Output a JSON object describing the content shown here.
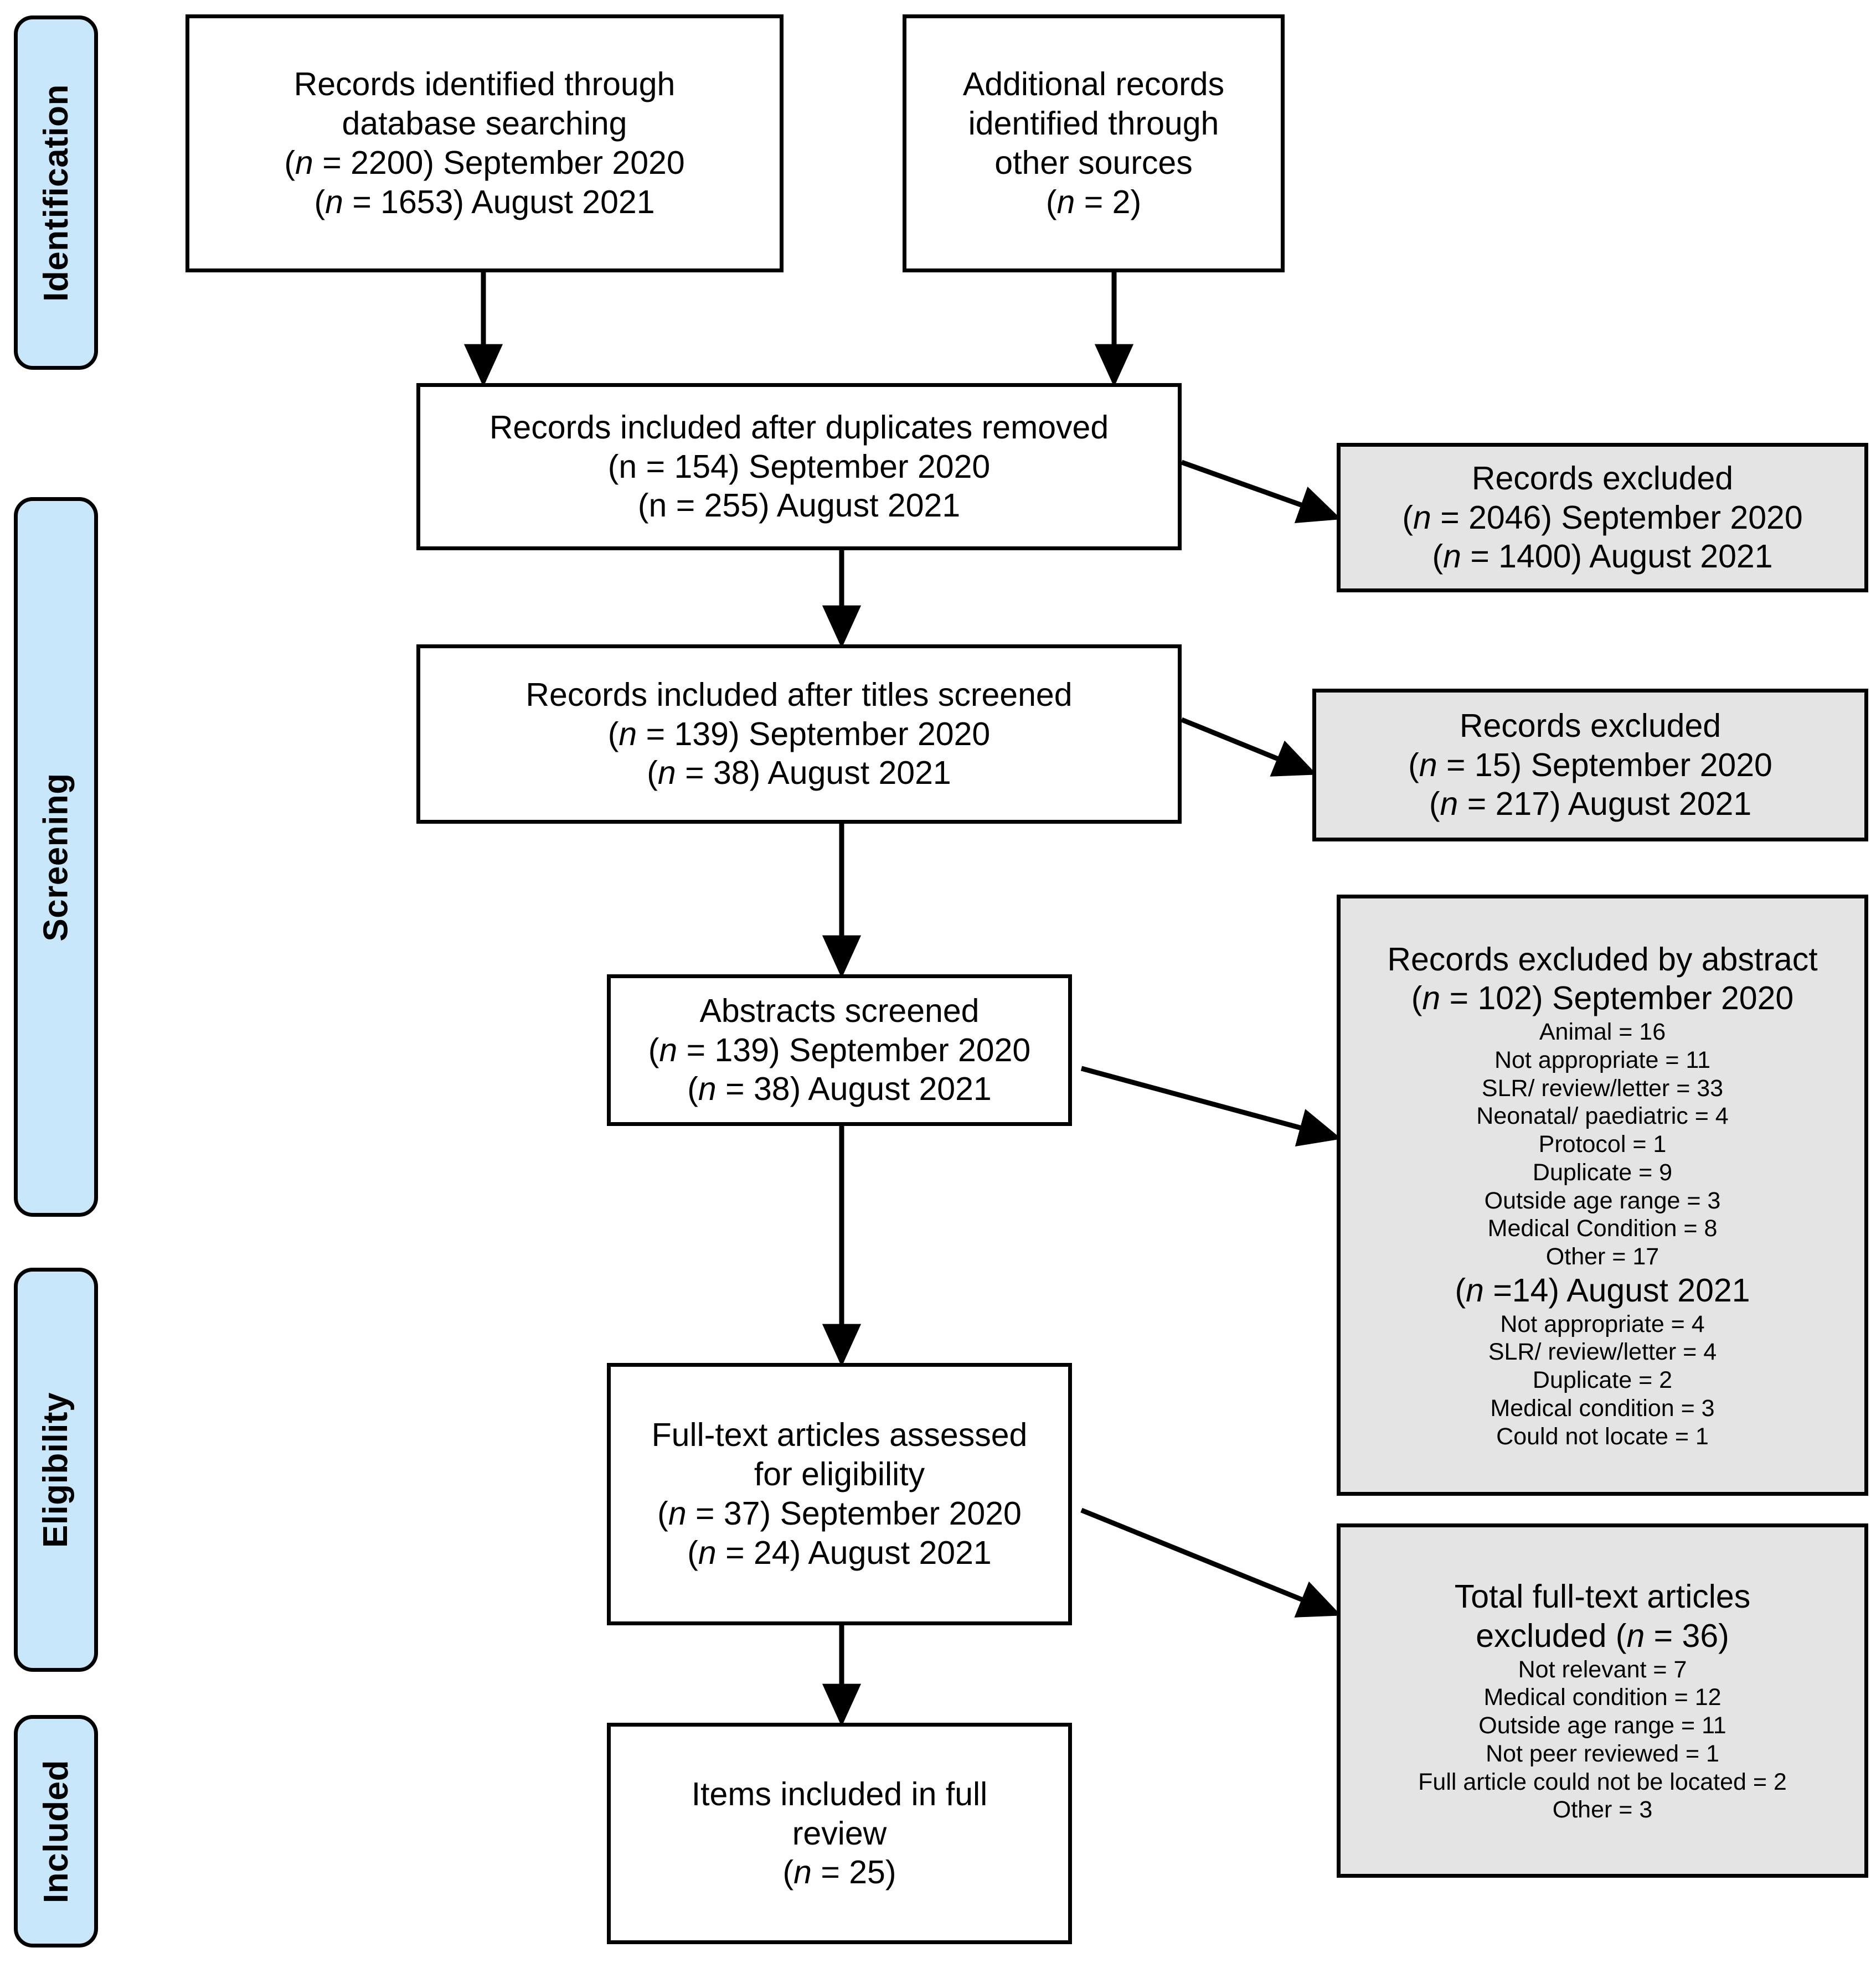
{
  "diagram": {
    "title": "PRISMA flow diagram",
    "colors": {
      "stage_fill": "#c9e7fb",
      "excluded_fill": "#e4e4e4",
      "node_fill": "#ffffff",
      "stroke": "#000000"
    }
  },
  "stages": [
    {
      "id": "identification",
      "label": "Identification"
    },
    {
      "id": "screening",
      "label": "Screening"
    },
    {
      "id": "eligibility",
      "label": "Eligibility"
    },
    {
      "id": "included",
      "label": "Included"
    }
  ],
  "nodes": {
    "db_search": {
      "lines": [
        "Records identified through",
        "database searching"
      ],
      "counts": [
        {
          "open": "(",
          "n": "n",
          "eq": " = ",
          "value": "2200",
          "close": ")",
          "period": " September 2020"
        },
        {
          "open": "(",
          "n": "n",
          "eq": " = ",
          "value": "1653",
          "close": ")",
          "period": " August 2021"
        }
      ]
    },
    "other_sources": {
      "lines": [
        "Additional records",
        "identified through",
        "other sources"
      ],
      "counts": [
        {
          "open": "(",
          "n": "n",
          "eq": " = ",
          "value": "2",
          "close": ")",
          "period": ""
        }
      ]
    },
    "duplicates_removed": {
      "lines": [
        "Records included after duplicates removed"
      ],
      "counts": [
        {
          "open": "(",
          "n": "n",
          "eq": " = ",
          "value": "154",
          "close": ")",
          "period": " September 2020",
          "italic_n": false
        },
        {
          "open": "(",
          "n": "n",
          "eq": " = ",
          "value": "255",
          "close": ")",
          "period": " August 2021",
          "italic_n": false
        }
      ]
    },
    "titles_screened": {
      "lines": [
        "Records included after titles screened"
      ],
      "counts": [
        {
          "open": "(",
          "n": "n",
          "eq": " = ",
          "value": "139",
          "close": ")",
          "period": " September 2020"
        },
        {
          "open": "(",
          "n": "n",
          "eq": " = ",
          "value": "38",
          "close": ")",
          "period": " August 2021"
        }
      ]
    },
    "abstracts_screened": {
      "lines": [
        "Abstracts screened"
      ],
      "counts": [
        {
          "open": "(",
          "n": "n",
          "eq": " = ",
          "value": "139",
          "close": ")",
          "period": " September 2020"
        },
        {
          "open": "(",
          "n": "n",
          "eq": " = ",
          "value": "38",
          "close": ")",
          "period": " August 2021"
        }
      ]
    },
    "fulltext_assessed": {
      "lines": [
        "Full-text articles assessed",
        "for eligibility"
      ],
      "counts": [
        {
          "open": "(",
          "n": "n",
          "eq": " = ",
          "value": "37",
          "close": ")",
          "period": " September 2020"
        },
        {
          "open": "(",
          "n": "n",
          "eq": " = ",
          "value": "24",
          "close": ")",
          "period": " August 2021"
        }
      ]
    },
    "included_full_review": {
      "lines": [
        "Items included in full",
        "review"
      ],
      "counts": [
        {
          "open": "(",
          "n": "n",
          "eq": " = ",
          "value": "25",
          "close": ")",
          "period": ""
        }
      ]
    },
    "excluded_1": {
      "lines": [
        "Records excluded"
      ],
      "counts": [
        {
          "open": "(",
          "n": "n",
          "eq": " = ",
          "value": "2046",
          "close": ")",
          "period": " September 2020"
        },
        {
          "open": "(",
          "n": "n",
          "eq": " = ",
          "value": "1400",
          "close": ")",
          "period": " August 2021"
        }
      ]
    },
    "excluded_2": {
      "lines": [
        "Records excluded"
      ],
      "counts": [
        {
          "open": "(",
          "n": "n",
          "eq": " = ",
          "value": "15",
          "close": ")",
          "period": " September 2020"
        },
        {
          "open": "(",
          "n": "n",
          "eq": " = ",
          "value": "217",
          "close": ")",
          "period": " August 2021"
        }
      ]
    },
    "excluded_abstract": {
      "lines": [
        "Records excluded by abstract"
      ],
      "counts": [
        {
          "open": "(",
          "n": "n",
          "eq": " = ",
          "value": "102",
          "close": ")",
          "period": " September 2020"
        }
      ],
      "reasons_2020": [
        "Animal = 16",
        "Not appropriate = 11",
        "SLR/ review/letter = 33",
        "Neonatal/ paediatric = 4",
        "Protocol = 1",
        "Duplicate = 9",
        "Outside age range = 3",
        "Medical Condition = 8",
        "Other = 17"
      ],
      "counts_2021": [
        {
          "open": "(",
          "n": "n",
          "eq": " =",
          "value": "14",
          "close": ")",
          "period": " August 2021"
        }
      ],
      "reasons_2021": [
        "Not appropriate = 4",
        "SLR/ review/letter = 4",
        "Duplicate = 2",
        "Medical condition = 3",
        "Could not locate = 1"
      ]
    },
    "excluded_fulltext": {
      "lines": [
        "Total full-text articles"
      ],
      "headline": {
        "prefix": "excluded ",
        "open": "(",
        "n": "n",
        "eq": " = ",
        "value": "36",
        "close": ")"
      },
      "reasons": [
        "Not relevant = 7",
        "Medical condition = 12",
        "Outside age range = 11",
        "Not peer reviewed = 1",
        "Full article could not be located = 2",
        "Other = 3"
      ]
    }
  }
}
